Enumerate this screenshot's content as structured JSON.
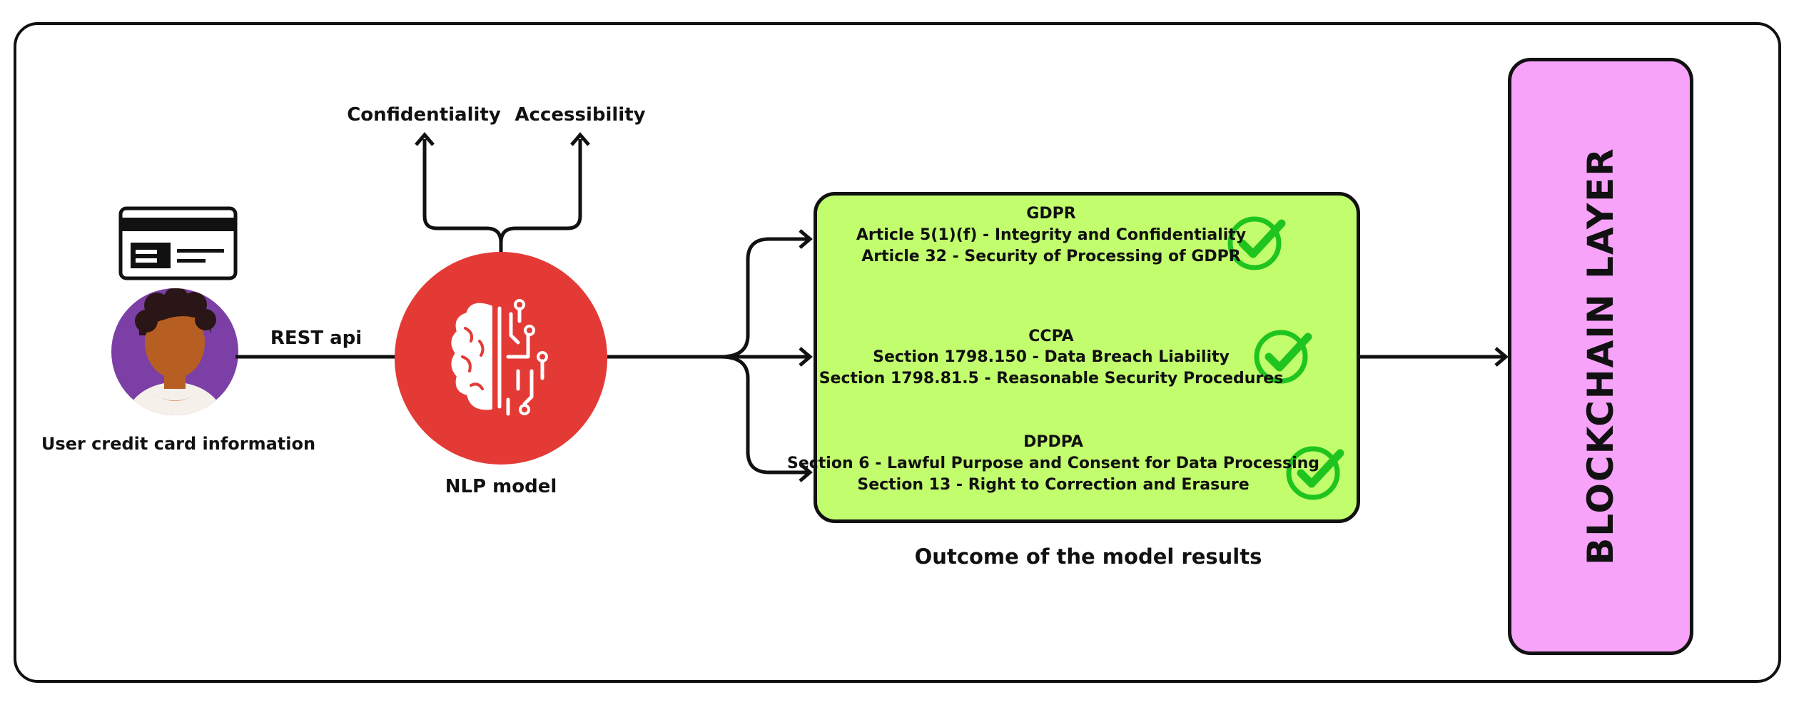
{
  "user": {
    "label": "User credit card information"
  },
  "connection": {
    "label": "REST api"
  },
  "model": {
    "label": "NLP model",
    "outputs": [
      "Confidentiality",
      "Accessibility"
    ]
  },
  "outcome": {
    "caption": "Outcome of the model results",
    "regulations": [
      {
        "name": "GDPR",
        "items": [
          "Article 5(1)(f) - Integrity and Confidentiality",
          "Article 32 - Security of Processing of GDPR"
        ]
      },
      {
        "name": "CCPA",
        "items": [
          "Section 1798.150 - Data Breach Liability",
          "Section 1798.81.5 - Reasonable Security Procedures"
        ]
      },
      {
        "name": "DPDPA",
        "items": [
          "Section 6 - Lawful Purpose and Consent for Data Processing",
          "Section 13 - Right to Correction and Erasure"
        ]
      }
    ]
  },
  "blockchain": {
    "label": "BLOCKCHAIN LAYER"
  },
  "colors": {
    "model_circle": "#e43a36",
    "outcome_box": "#c2fd6e",
    "blockchain_box": "#f6a3f9",
    "check_green": "#1fc41f",
    "avatar_bg": "#7c3fa6",
    "skin": "#b75f22"
  },
  "icons": [
    "credit-card-icon",
    "user-avatar-icon",
    "brain-circuit-icon",
    "check-icon"
  ]
}
